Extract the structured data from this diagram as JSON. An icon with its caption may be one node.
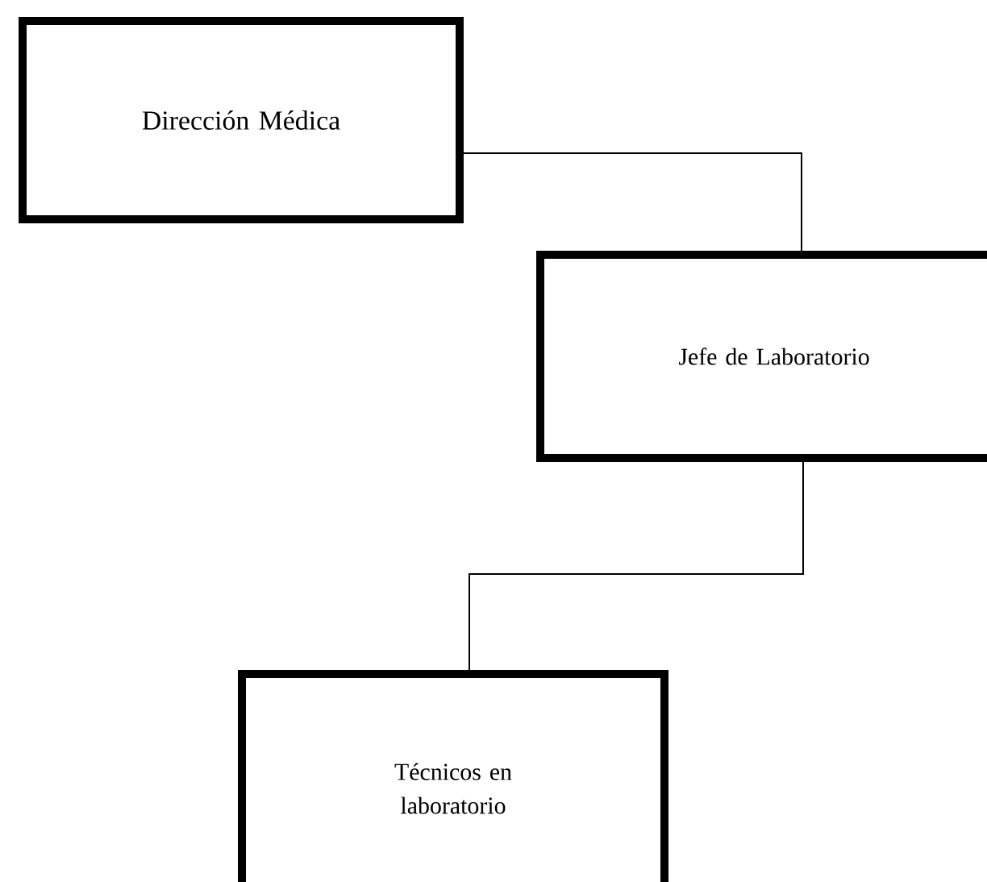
{
  "diagram": {
    "nodes": [
      {
        "text": [
          "Dirección Médica"
        ]
      },
      {
        "text": [
          "Jefe de Laboratorio"
        ]
      },
      {
        "text": [
          "Técnicos en laboratorio"
        ]
      }
    ],
    "edges": [
      {
        "from": 0,
        "to": 1,
        "arrow": "none"
      },
      {
        "from": 1,
        "to": 2,
        "arrow": "none"
      }
    ]
  }
}
